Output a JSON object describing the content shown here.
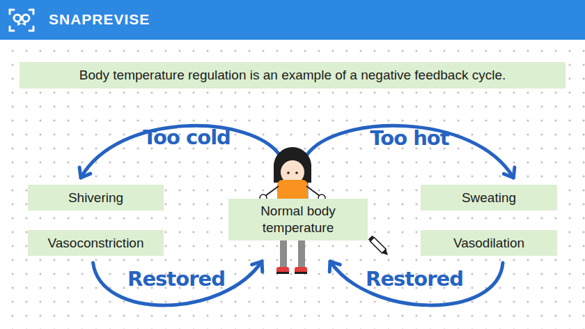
{
  "diagram": {
    "title": "Body temperature regulation is an example of a negative feedback cycle.",
    "nodes": [
      {
        "text": [
          "Shivering"
        ]
      },
      {
        "text": [
          "Vasoconstriction"
        ]
      },
      {
        "text": [
          "Normal body temperature"
        ]
      },
      {
        "text": [
          "Sweating"
        ]
      },
      {
        "text": [
          "Vasodilation"
        ]
      }
    ],
    "edges": [
      {
        "from": 2,
        "to": 0,
        "label": "Too cold",
        "arrow": "to"
      },
      {
        "from": 2,
        "to": 3,
        "label": "Too hot",
        "arrow": "to"
      },
      {
        "from": 1,
        "to": 2,
        "label": "Restored",
        "arrow": "to"
      },
      {
        "from": 4,
        "to": 2,
        "label": "Restored",
        "arrow": "to"
      }
    ],
    "labels": [
      "SNAPREVISE"
    ]
  }
}
